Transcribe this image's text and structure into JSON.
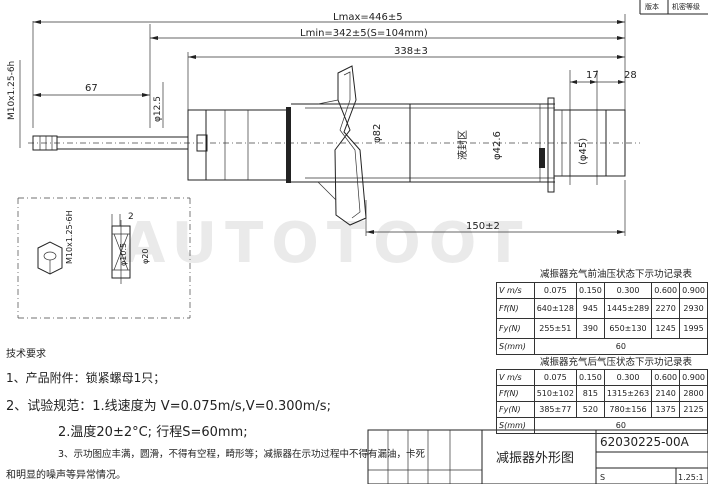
{
  "dimensions": {
    "lmax": "Lmax=446±5",
    "lmin": "Lmin=342±5(S=104mm)",
    "len_338": "338±3",
    "len_67": "67",
    "thread_m10": "M10x1.25-6h",
    "dia_12_5": "φ12.5",
    "dia_82": "φ82",
    "dia_42_6": "φ42.6",
    "dia_45": "(φ45)",
    "len_17": "17",
    "len_28": "28",
    "len_150": "150±2",
    "oil_zone": "液封区"
  },
  "nut_detail": {
    "thread": "M10x1.25-6H",
    "dim_2": "2",
    "dia_10_5": "φ10.5",
    "dia_20": "φ20"
  },
  "watermark": "AUTOTOOT",
  "table_before": {
    "title": "减振器充气前油压状态下示功记录表",
    "header_label": "V m/s",
    "speeds": [
      "0.075",
      "0.150",
      "0.300",
      "0.600",
      "0.900"
    ],
    "ff_label": "Ff(N)",
    "ff_values": [
      "640±128",
      "945",
      "1445±289",
      "2270",
      "2930"
    ],
    "fy_label": "Fy(N)",
    "fy_values": [
      "255±51",
      "390",
      "650±130",
      "1245",
      "1995"
    ],
    "s_label": "S(mm)",
    "s_value": "60"
  },
  "table_after": {
    "title": "减振器充气后气压状态下示功记录表",
    "header_label": "V m/s",
    "speeds": [
      "0.075",
      "0.150",
      "0.300",
      "0.600",
      "0.900"
    ],
    "ff_label": "Ff(N)",
    "ff_values": [
      "510±102",
      "815",
      "1315±263",
      "2140",
      "2800"
    ],
    "fy_label": "Fy(N)",
    "fy_values": [
      "385±77",
      "520",
      "780±156",
      "1375",
      "2125"
    ],
    "s_label": "S(mm)",
    "s_value": "60"
  },
  "requirements": {
    "heading": "技术要求",
    "item1": "1、产品附件：锁紧螺母1只；",
    "item2": "2、试验规范：1.线速度为 V=0.075m/s,V=0.300m/s;",
    "item2b": "2.温度20±2°C; 行程S=60mm;",
    "item3": "3、示功图应丰满，圆滑，不得有空程，畸形等；减振器在示功过程中不得有漏油，卡死",
    "item3b": "和明显的噪声等异常情况。"
  },
  "title_block": {
    "drawing_name": "减振器外形图",
    "drawing_number": "62030225-00A",
    "scale": "1.25:1",
    "s_mark": "S",
    "top_label_1": "版本",
    "top_label_2": "机密等级"
  }
}
